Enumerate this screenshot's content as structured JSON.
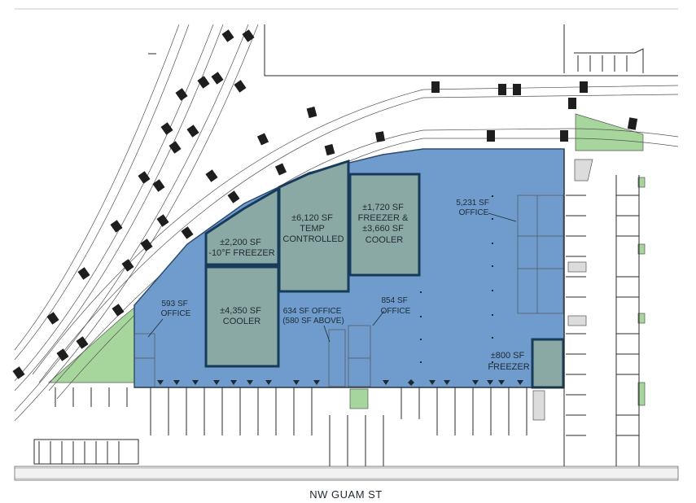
{
  "plan": {
    "street_name": "NW GUAM ST",
    "colors": {
      "building": "#6f9ccd",
      "building_outline": "#2b4c70",
      "room_fill": "#8aa9a4",
      "room_outline": "#173b5a",
      "landscape": "#a6d69b",
      "track_tie": "#1e1e1e"
    },
    "spaces": [
      {
        "id": "freezer-2200",
        "lines": [
          "±2,200 SF",
          "-10°F FREEZER"
        ]
      },
      {
        "id": "temp-6120",
        "lines": [
          "±6,120 SF",
          "TEMP",
          "CONTROLLED"
        ]
      },
      {
        "id": "freezer-cooler-1720",
        "lines": [
          "±1,720 SF",
          "FREEZER &",
          "±3,660 SF",
          "COOLER"
        ]
      },
      {
        "id": "cooler-4350",
        "lines": [
          "±4,350 SF",
          "COOLER"
        ]
      },
      {
        "id": "freezer-800",
        "lines": [
          "±800 SF",
          "FREEZER"
        ]
      }
    ],
    "offices": [
      {
        "id": "office-5231",
        "lines": [
          "5,231 SF",
          "OFFICE"
        ]
      },
      {
        "id": "office-593",
        "lines": [
          "593 SF",
          "OFFICE"
        ]
      },
      {
        "id": "office-634",
        "lines": [
          "634 SF OFFICE",
          "(580 SF ABOVE)"
        ]
      },
      {
        "id": "office-854",
        "lines": [
          "854 SF",
          "OFFICE"
        ]
      }
    ]
  }
}
